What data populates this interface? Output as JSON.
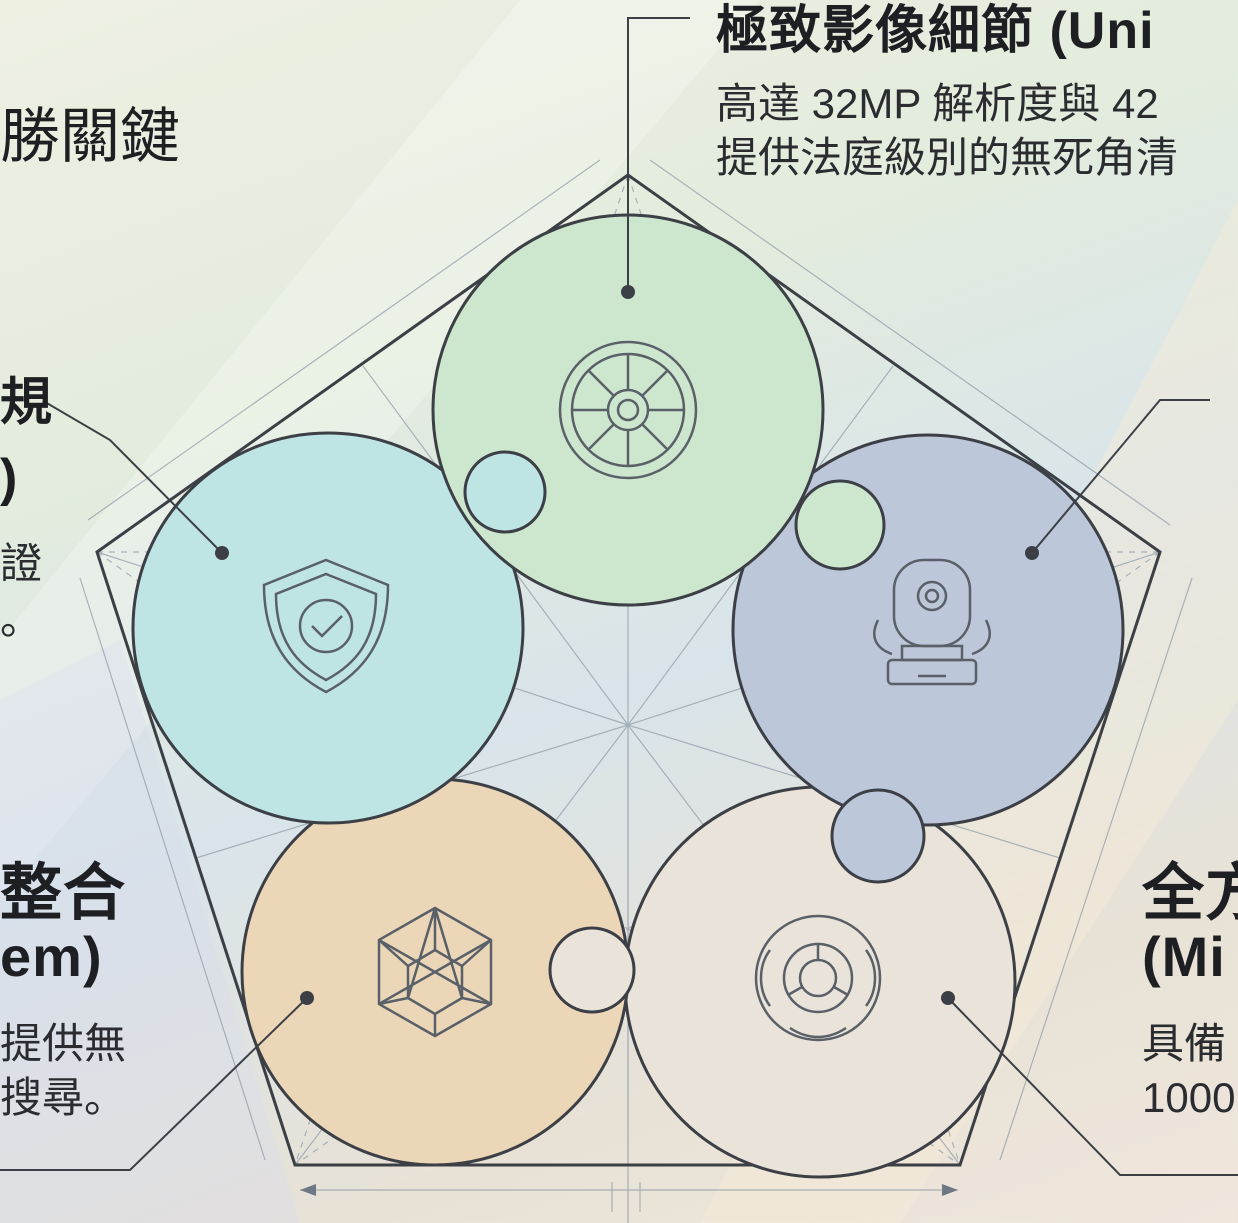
{
  "top": {
    "title": "極致影像細節 (Uni",
    "desc_line1": "高達 32MP 解析度與 42",
    "desc_line2": "提供法庭級別的無死角清"
  },
  "left_upper": {
    "heading_fragment": "勝關鍵",
    "title_line1": "規",
    "title_line2": ")",
    "desc_line1": "證",
    "desc_line2": "。"
  },
  "left_lower": {
    "title_line1": "整合",
    "title_line2": "em)",
    "desc_line1": "提供無",
    "desc_line2": "搜尋。"
  },
  "right_lower": {
    "title_line1": "全方",
    "title_line2": "(Mi",
    "desc_line1": "具備",
    "desc_line2": "1000"
  },
  "colors": {
    "piece_top": "#cde7cf",
    "piece_left": "#bfe4e4",
    "piece_right": "#bcc7da",
    "piece_bottom_left": "#ecd6b8",
    "piece_bottom_right": "#e9e3d9",
    "outline": "#3c4046"
  },
  "icons": [
    "camera-lens-icon",
    "shield-check-icon",
    "ptz-camera-icon",
    "cube-network-icon",
    "dome-camera-icon"
  ]
}
